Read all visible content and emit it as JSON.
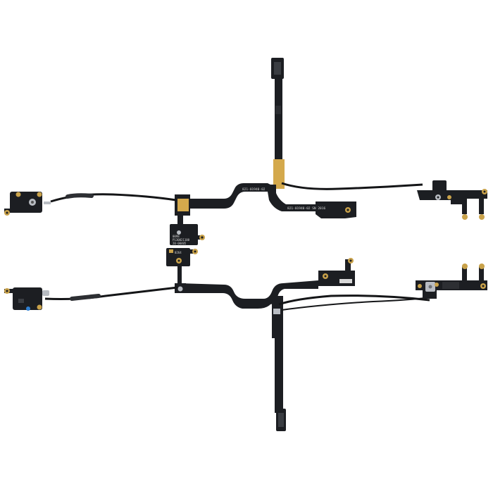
{
  "image": {
    "subject": "antenna-flex-cable-pair",
    "background": "#ffffff"
  },
  "colors": {
    "flex_pcb": "#1c1e22",
    "coax": "#141517",
    "gold_pad": "#c9a24a",
    "gold_stiffener": "#d4a94c",
    "silver_clip": "#b8bcc2",
    "silkscreen": "#d8d8d8"
  },
  "silkscreen": {
    "upper_trunk": "821-01940-02",
    "upper_right_tab": "821-01940-02 SN 2016",
    "upper_center_pad_1": "0098",
    "upper_center_pad_2": "P130021100",
    "upper_center_pad_3": "20-00405",
    "lower_center_pad": "0264"
  }
}
